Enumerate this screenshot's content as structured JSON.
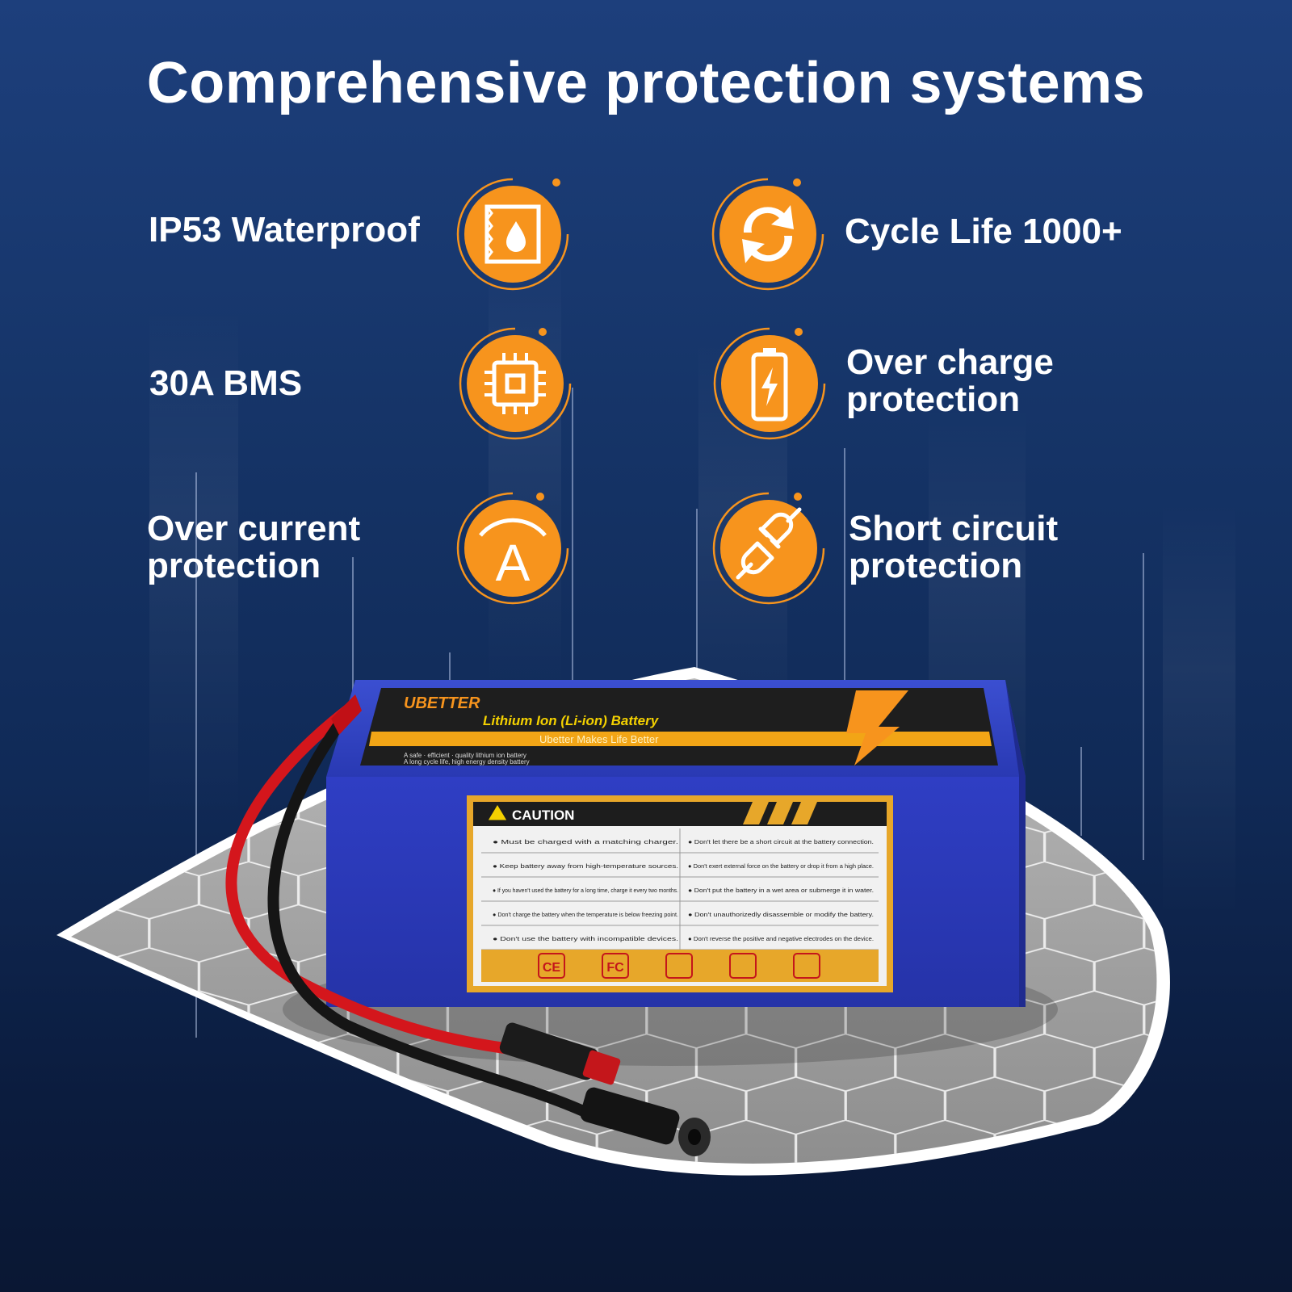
{
  "title": "Comprehensive protection systems",
  "features": {
    "waterproof": {
      "line1": "IP53 Waterproof",
      "icon": "waterproof-icon"
    },
    "cycle_life": {
      "line1": "Cycle Life 1000+",
      "icon": "cycle-arrows-icon"
    },
    "bms": {
      "line1": "30A BMS",
      "icon": "chip-icon"
    },
    "over_charge": {
      "line1": "Over charge",
      "line2": "protection",
      "icon": "battery-bolt-icon"
    },
    "over_current": {
      "line1": "Over current",
      "line2": "protection",
      "icon": "ampere-icon",
      "glyph": "A"
    },
    "short_circuit": {
      "line1": "Short circuit",
      "line2": "protection",
      "icon": "plug-icon"
    }
  },
  "colors": {
    "accent": "#f7941d",
    "bg_top": "#1d3f7c",
    "bg_bottom": "#0a1733",
    "battery_blue": "#2e3fc4"
  },
  "battery": {
    "brand": "UBETTER",
    "type_label": "Lithium Ion (Li-ion)  Battery",
    "slogan": "Ubetter Makes Life Better",
    "note_line1": "A safe · efficient · quality lithium ion battery",
    "note_line2": "A long cycle life, high energy density battery",
    "caution_title": "CAUTION",
    "caution_rows": [
      {
        "left": "Must be charged with a matching charger.",
        "right": "Don't let there be a short circuit at the battery connection."
      },
      {
        "left": "Keep battery away from high-temperature sources.",
        "right": "Don't exert external force on the battery or drop it from a high place."
      },
      {
        "left": "If you haven't used the battery for a long time, charge it every two months.",
        "right": "Don't put the battery in a wet area or submerge it in water."
      },
      {
        "left": "Don't charge the battery when the temperature is below freezing point.",
        "right": "Don't unauthorizedly disassemble or modify the battery."
      },
      {
        "left": "Don't use the battery with incompatible devices.",
        "right": "Don't reverse the positive and negative electrodes on the device."
      }
    ],
    "cert_marks": [
      "CE",
      "FC"
    ]
  }
}
